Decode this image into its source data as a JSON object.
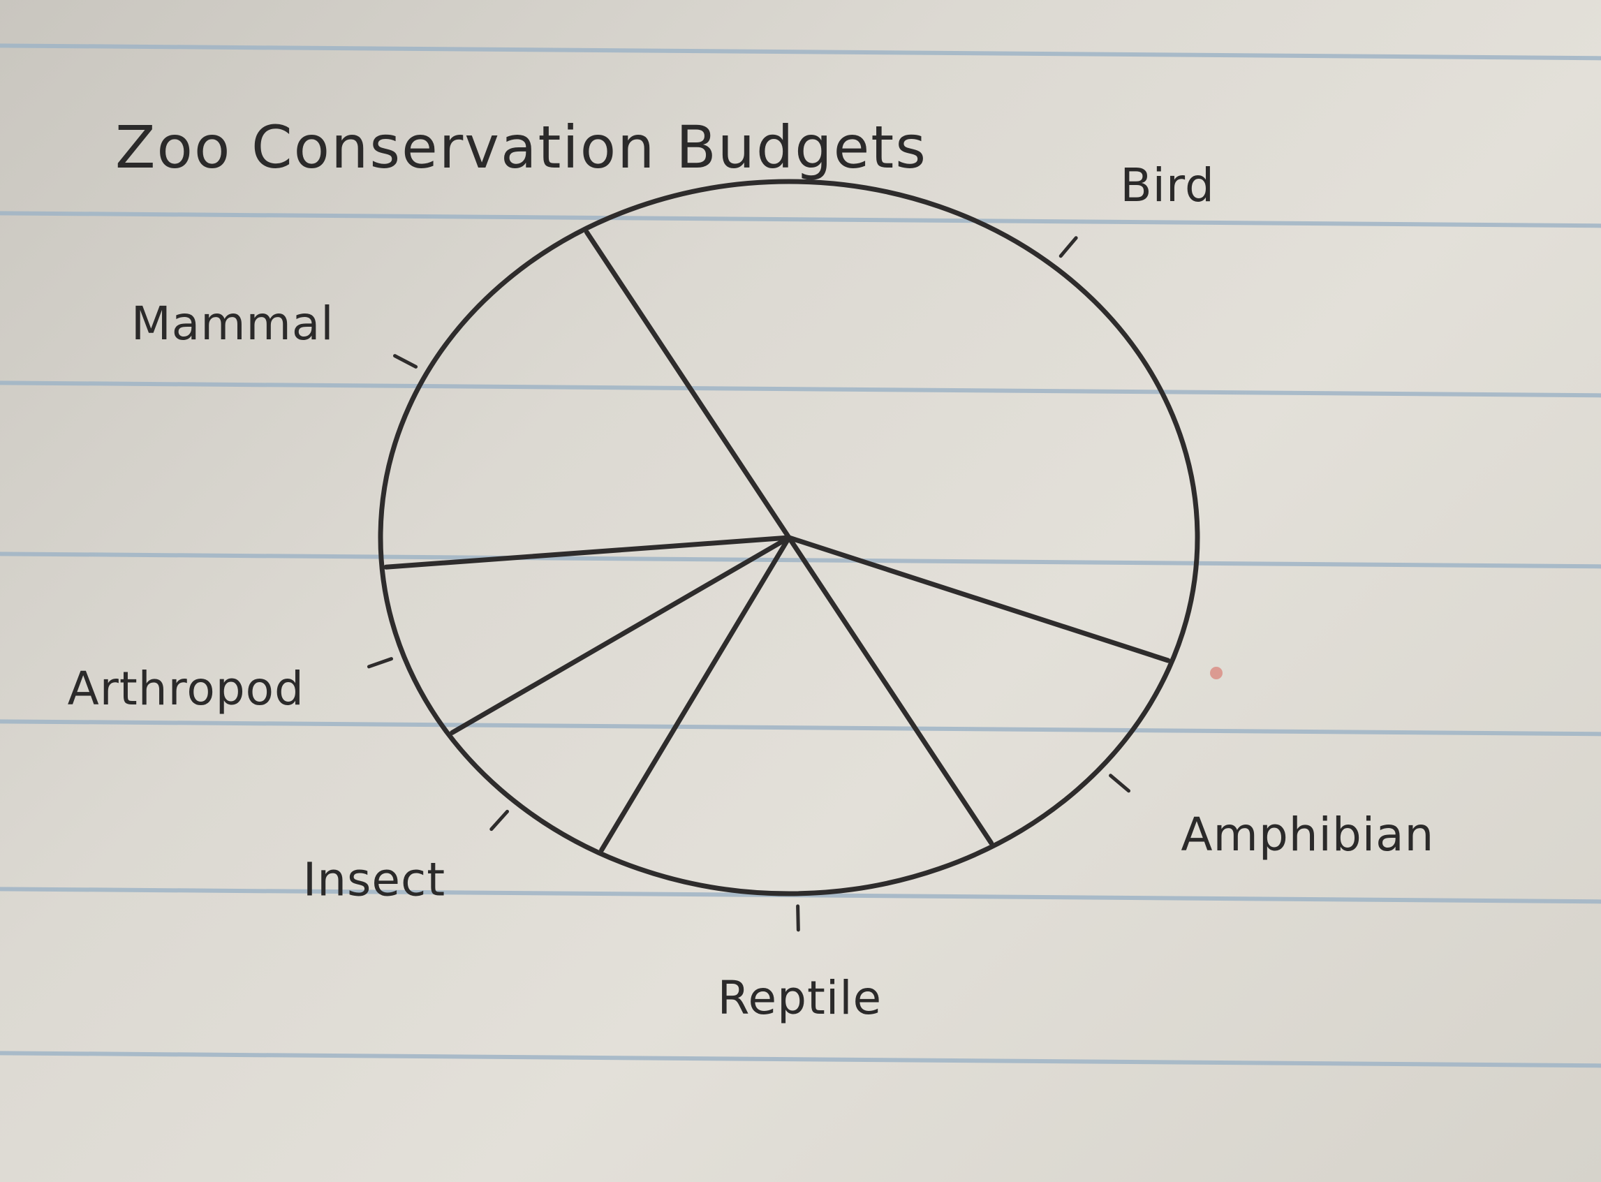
{
  "chart_data": {
    "type": "pie",
    "title": "Zoo Conservation Budgets",
    "categories": [
      "Bird",
      "Amphibian",
      "Reptile",
      "Insect",
      "Arthropod",
      "Mammal"
    ],
    "values": [
      39,
      11,
      16,
      8,
      8,
      18
    ],
    "legend": "none",
    "grid": false
  },
  "colors": {
    "ink": "#2e2c2c",
    "rule_lines": "#9fb4c6",
    "paper": "#dcd9d2"
  }
}
